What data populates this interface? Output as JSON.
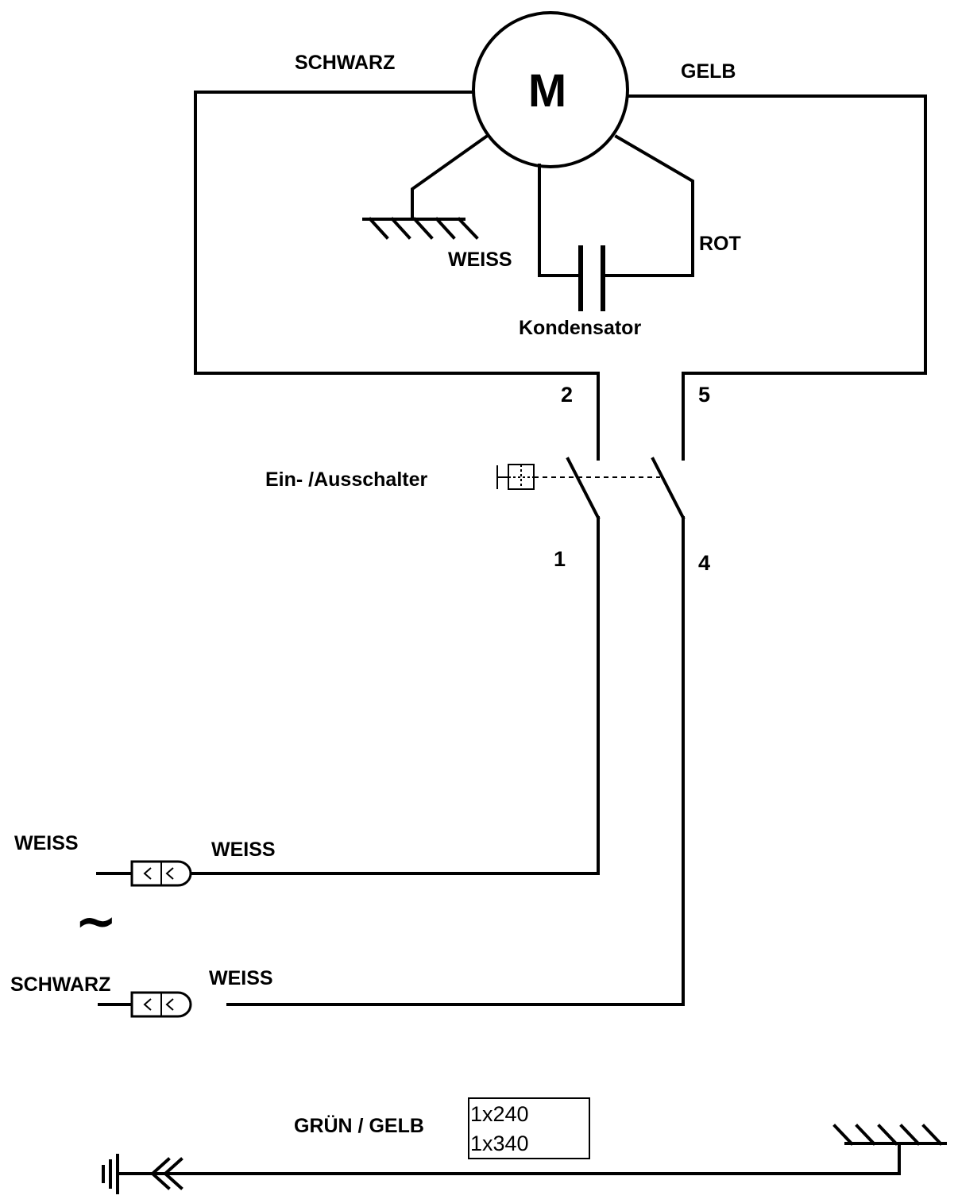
{
  "motor": {
    "letter": "M"
  },
  "wires": {
    "motor_left": "SCHWARZ",
    "motor_right": "GELB",
    "motor_ground": "WEISS",
    "motor_capacitor": "ROT",
    "mains_top_left": "WEISS",
    "mains_top_right": "WEISS",
    "mains_bottom_left": "SCHWARZ",
    "mains_bottom_right": "WEISS",
    "earth": "GRÜN / GELB"
  },
  "capacitor": {
    "label": "Kondensator"
  },
  "switch": {
    "label": "Ein- /Ausschalter",
    "terminals": {
      "t2": "2",
      "t5": "5",
      "t1": "1",
      "t4": "4"
    }
  },
  "ac_symbol": "~",
  "variants": {
    "line1": "1x240",
    "line2": "1x340"
  }
}
